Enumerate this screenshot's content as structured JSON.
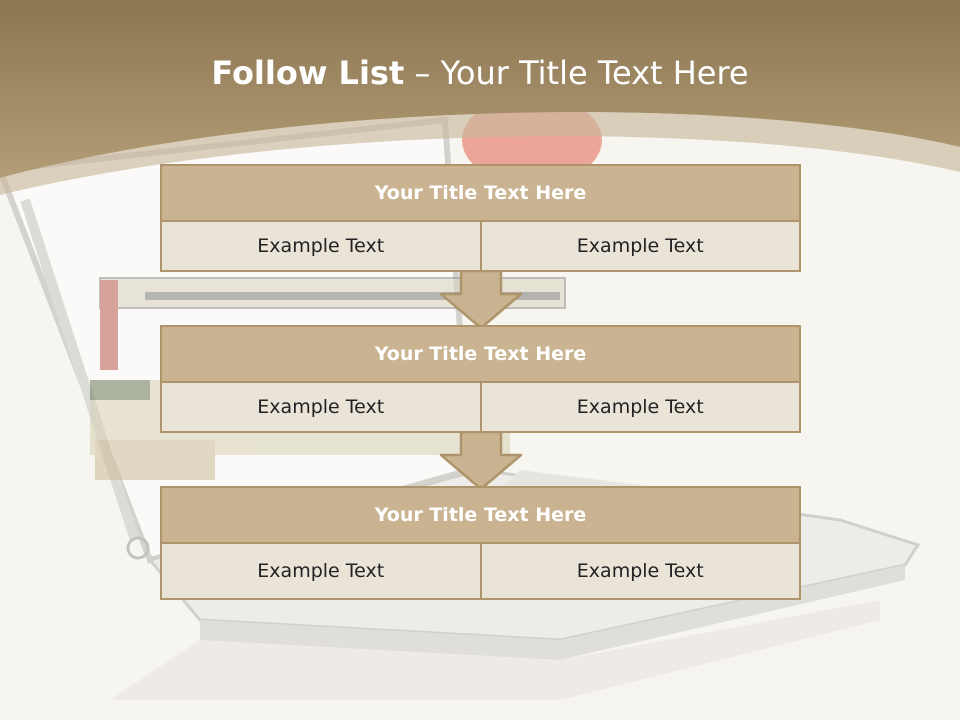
{
  "slide": {
    "title_bold": "Follow List",
    "title_rest": " – Your Title Text Here"
  },
  "blocks": [
    {
      "title": "Your Title Text Here",
      "left": "Example Text",
      "right": "Example Text"
    },
    {
      "title": "Your Title Text Here",
      "left": "Example Text",
      "right": "Example Text"
    },
    {
      "title": "Your Title Text Here",
      "left": "Example Text",
      "right": "Example Text"
    }
  ],
  "colors": {
    "header_band": "#a28a63",
    "block_header": "#c9b391",
    "block_cell": "#eae3d8",
    "border": "#ad946a"
  }
}
